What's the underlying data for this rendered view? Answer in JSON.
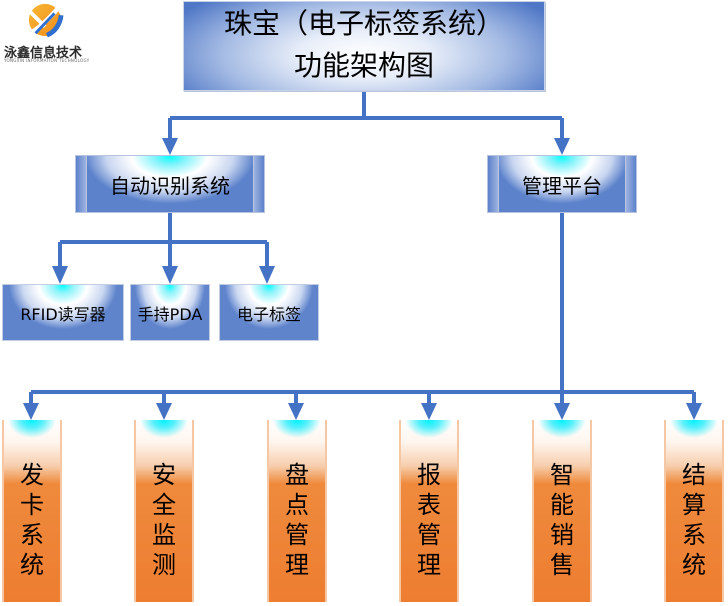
{
  "logo": {
    "name_cn": "泳鑫信息技术",
    "name_en": "YONGXIN INFORMATION TECHNOLOGY",
    "icon": "globe-swoosh-icon"
  },
  "title": {
    "line1": "珠宝（电子标签系统）",
    "line2": "功能架构图"
  },
  "level2": [
    {
      "label": "自动识别系统"
    },
    {
      "label": "管理平台"
    }
  ],
  "auto_id_children": [
    {
      "label": "RFID读写器"
    },
    {
      "label": "手持PDA"
    },
    {
      "label": "电子标签"
    }
  ],
  "platform_children": [
    {
      "label": "发卡系统"
    },
    {
      "label": "安全监测"
    },
    {
      "label": "盘点管理"
    },
    {
      "label": "报表管理"
    },
    {
      "label": "智能销售"
    },
    {
      "label": "结算系统"
    }
  ],
  "colors": {
    "connector": "#4472c4",
    "box_blue_edge": "#5c82cb",
    "box_highlight": "#00ffff",
    "column_orange": "#ed7d31"
  }
}
